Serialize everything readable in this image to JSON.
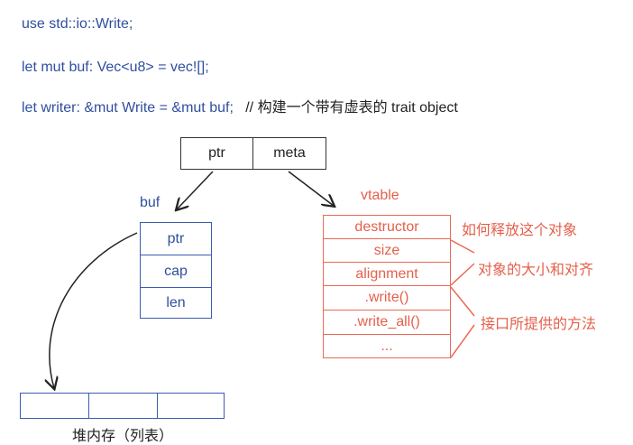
{
  "code": {
    "line1": "use std::io::Write;",
    "line2": "let mut buf: Vec<u8> = vec![];",
    "line3": "let writer: &mut Write = &mut buf;",
    "line3_comment": "// 构建一个带有虚表的 trait object"
  },
  "fat_pointer": {
    "ptr": "ptr",
    "meta": "meta"
  },
  "buf": {
    "title": "buf",
    "fields": [
      "ptr",
      "cap",
      "len"
    ]
  },
  "heap": {
    "label": "堆内存（列表）"
  },
  "vtable": {
    "title": "vtable",
    "entries": [
      "destructor",
      "size",
      "alignment",
      ".write()",
      ".write_all()",
      "..."
    ],
    "annotations": [
      "如何释放这个对象",
      "对象的大小和对齐",
      "接口所提供的方法"
    ]
  },
  "colors": {
    "code": "#2f4f9e",
    "vtable": "#e4604b",
    "buf": "#3a5db0"
  }
}
